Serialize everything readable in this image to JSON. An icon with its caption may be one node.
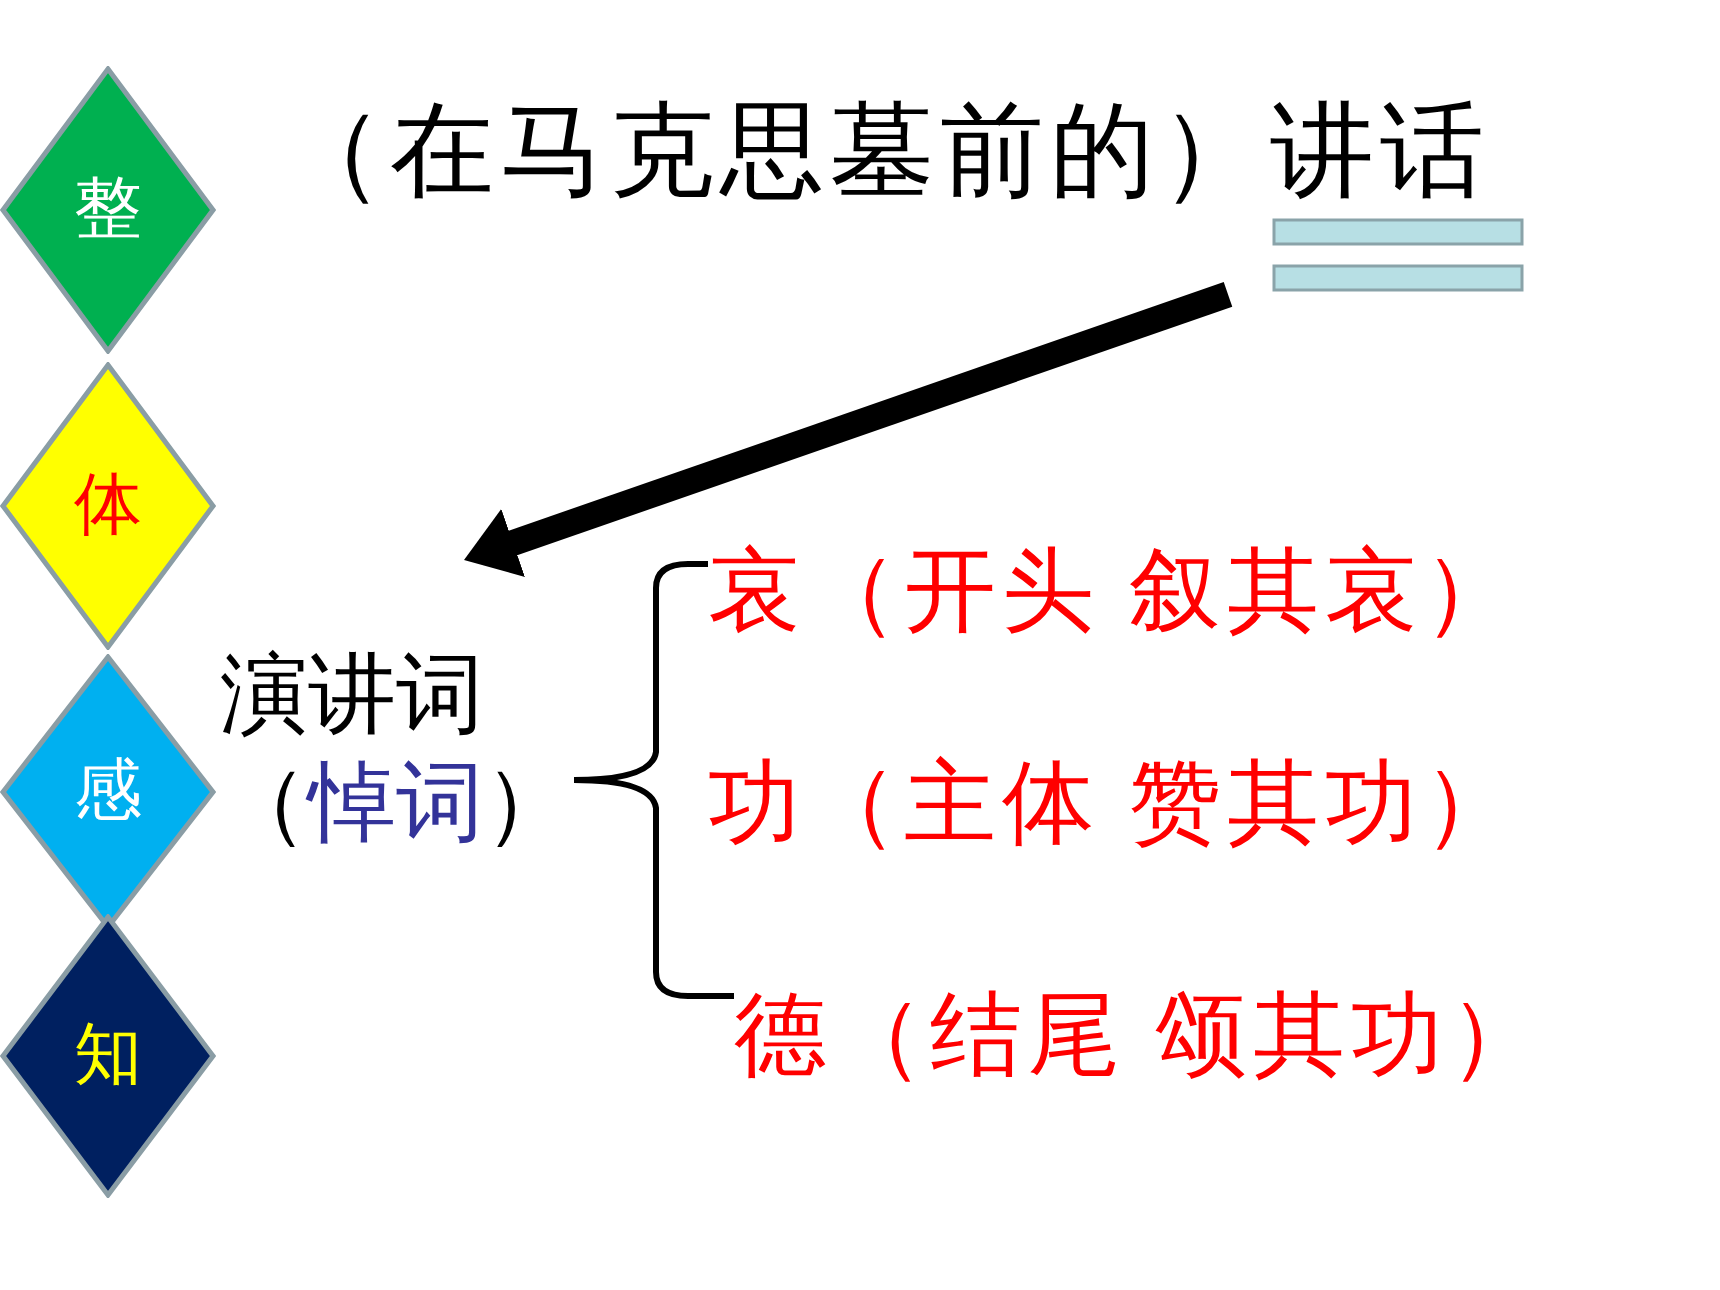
{
  "diagram": {
    "nodes": [
      {
        "text": [
          "整"
        ]
      },
      {
        "text": [
          "体"
        ]
      },
      {
        "text": [
          "感"
        ]
      },
      {
        "text": [
          "知"
        ]
      },
      {
        "text": [
          "（在马克思墓前的）讲话"
        ]
      },
      {
        "text": [
          "演讲词",
          "（悼词）"
        ]
      },
      {
        "text": [
          "哀（开头 叙其哀）"
        ]
      },
      {
        "text": [
          "功（主体 赞其功）"
        ]
      },
      {
        "text": [
          "德（结尾 颂其功）"
        ]
      }
    ],
    "edges": [
      {
        "from": 4,
        "to": 5,
        "arrow": "to",
        "style": "thick"
      },
      {
        "from": 5,
        "to": 6,
        "arrow": "none"
      },
      {
        "from": 5,
        "to": 8,
        "arrow": "none"
      }
    ]
  }
}
